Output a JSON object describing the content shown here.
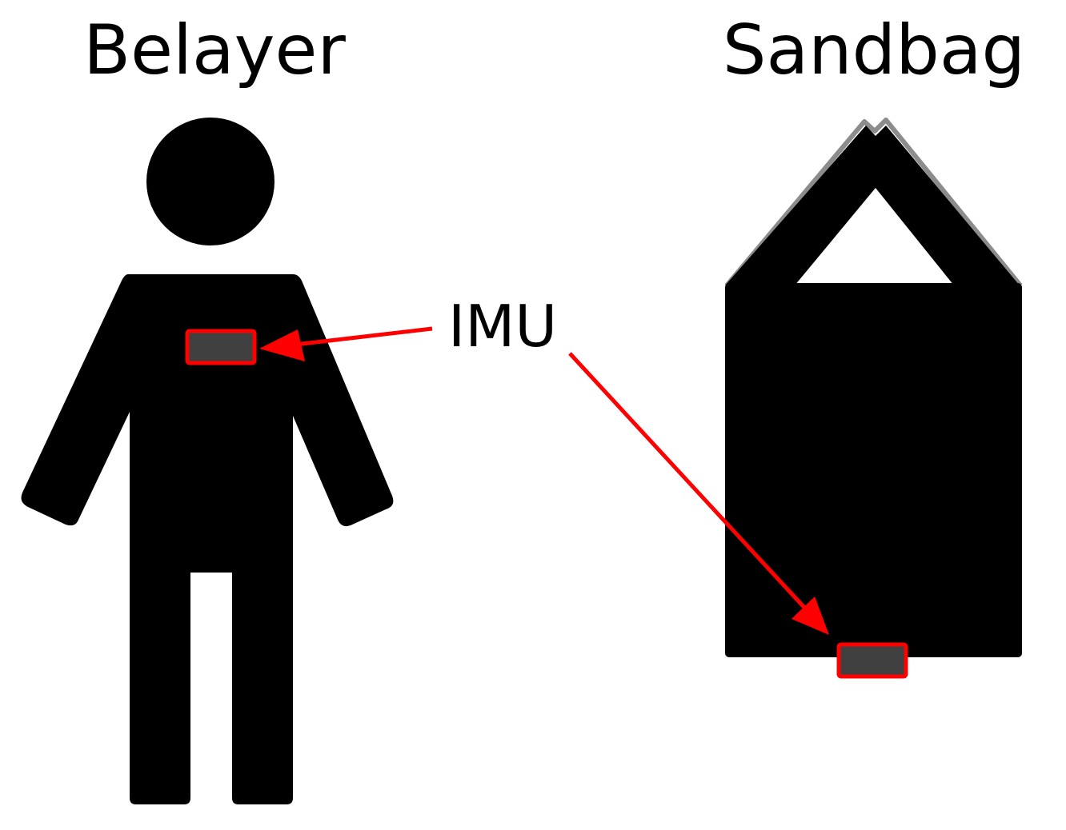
{
  "labels": {
    "belayer": "Belayer",
    "sandbag": "Sandbag",
    "imu": "IMU"
  },
  "colors": {
    "figure": "#000000",
    "sensor_fill": "#404040",
    "sensor_outline": "#ff0000",
    "arrow": "#ff0000",
    "handle_edge": "#8c8c8c",
    "background": "#ffffff"
  },
  "icons": {
    "belayer": "person-icon",
    "sandbag": "sandbag-icon",
    "sensor": "imu-sensor-icon"
  }
}
